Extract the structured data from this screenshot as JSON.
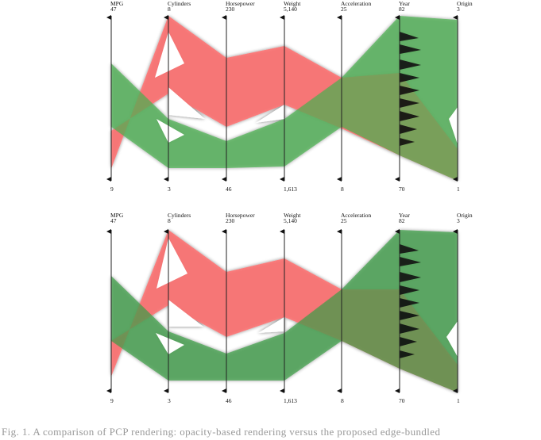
{
  "figure": {
    "panels": [
      {
        "id": "top",
        "axes": [
          {
            "name": "MPG",
            "max": "47",
            "min": "9"
          },
          {
            "name": "Cylinders",
            "max": "8",
            "min": "3"
          },
          {
            "name": "Horsepower",
            "max": "230",
            "min": "46"
          },
          {
            "name": "Weight",
            "max": "5,140",
            "min": "1,613"
          },
          {
            "name": "Acceleration",
            "max": "25",
            "min": "8"
          },
          {
            "name": "Year",
            "max": "82",
            "min": "70"
          },
          {
            "name": "Origin",
            "max": "3",
            "min": "1"
          }
        ]
      },
      {
        "id": "bottom",
        "axes": [
          {
            "name": "MPG",
            "max": "47",
            "min": "9"
          },
          {
            "name": "Cylinders",
            "max": "8",
            "min": "3"
          },
          {
            "name": "Horsepower",
            "max": "230",
            "min": "46"
          },
          {
            "name": "Weight",
            "max": "5,140",
            "min": "1,613"
          },
          {
            "name": "Acceleration",
            "max": "25",
            "min": "8"
          },
          {
            "name": "Year",
            "max": "82",
            "min": "70"
          },
          {
            "name": "Origin",
            "max": "3",
            "min": "1"
          }
        ]
      }
    ],
    "clusters": [
      {
        "name": "red-cluster",
        "color": "#ff6b6b"
      },
      {
        "name": "green-cluster",
        "color": "#4caf50"
      }
    ],
    "caption": "Fig. 1.  A comparison of PCP rendering: opacity-based rendering versus the proposed edge-bundled"
  }
}
